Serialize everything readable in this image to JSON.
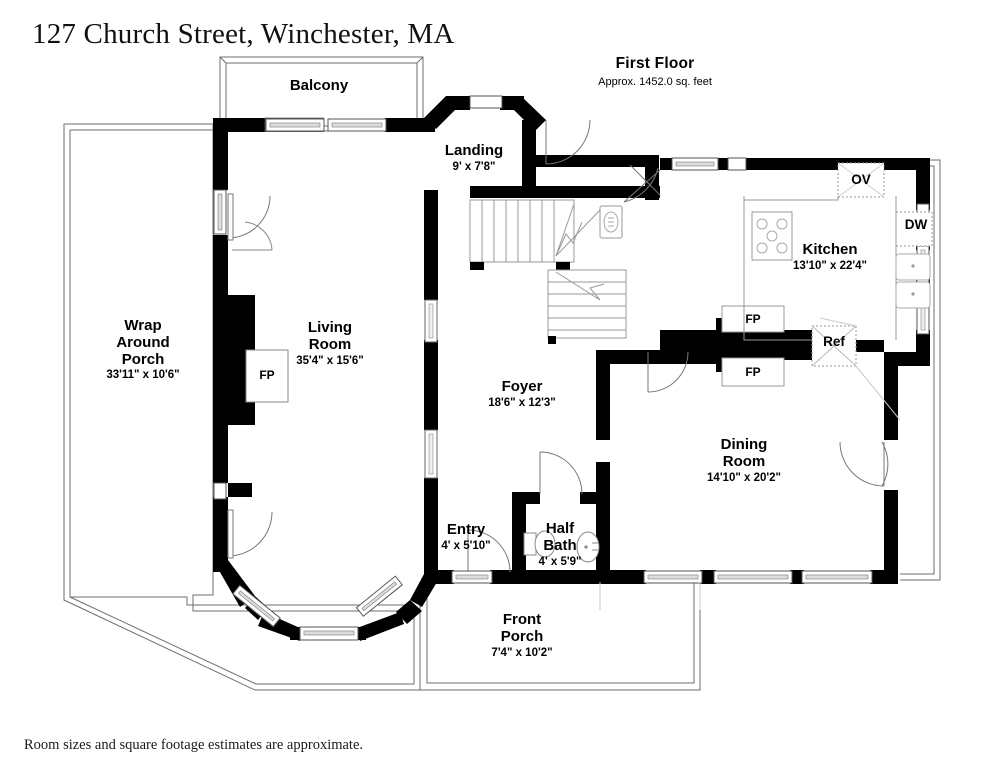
{
  "document": {
    "title": "127 Church Street, Winchester, MA",
    "footer_note": "Room sizes and square footage estimates are approximate."
  },
  "floor": {
    "name": "First Floor",
    "area_note": "Approx. 1452.0 sq. feet"
  },
  "rooms": [
    {
      "key": "balcony",
      "name": "Balcony",
      "dimensions": ""
    },
    {
      "key": "landing",
      "name": "Landing",
      "dimensions": "9' x 7'8\""
    },
    {
      "key": "wrap_porch",
      "name": "Wrap\nAround\nPorch",
      "dimensions": "33'11\" x 10'6\""
    },
    {
      "key": "living_room",
      "name": "Living\nRoom",
      "dimensions": "35'4\" x 15'6\""
    },
    {
      "key": "kitchen",
      "name": "Kitchen",
      "dimensions": "13'10\" x 22'4\""
    },
    {
      "key": "foyer",
      "name": "Foyer",
      "dimensions": "18'6\" x 12'3\""
    },
    {
      "key": "dining_room",
      "name": "Dining\nRoom",
      "dimensions": "14'10\" x 20'2\""
    },
    {
      "key": "entry",
      "name": "Entry",
      "dimensions": "4' x 5'10\""
    },
    {
      "key": "half_bath",
      "name": "Half\nBath",
      "dimensions": "4' x 5'9\""
    },
    {
      "key": "front_porch",
      "name": "Front\nPorch",
      "dimensions": "7'4\" x 10'2\""
    }
  ],
  "fixtures": [
    {
      "key": "fp_living",
      "label": "FP",
      "meaning": "fireplace"
    },
    {
      "key": "fp_dining_upper",
      "label": "FP",
      "meaning": "fireplace"
    },
    {
      "key": "fp_dining_lower",
      "label": "FP",
      "meaning": "fireplace"
    },
    {
      "key": "oven",
      "label": "OV",
      "meaning": "oven"
    },
    {
      "key": "dishwasher",
      "label": "DW",
      "meaning": "dishwasher"
    },
    {
      "key": "refrigerator",
      "label": "Ref",
      "meaning": "refrigerator"
    }
  ],
  "colors": {
    "wall": "#000000",
    "thin_line": "#6e6e6e",
    "background": "#ffffff",
    "text": "#000000"
  }
}
